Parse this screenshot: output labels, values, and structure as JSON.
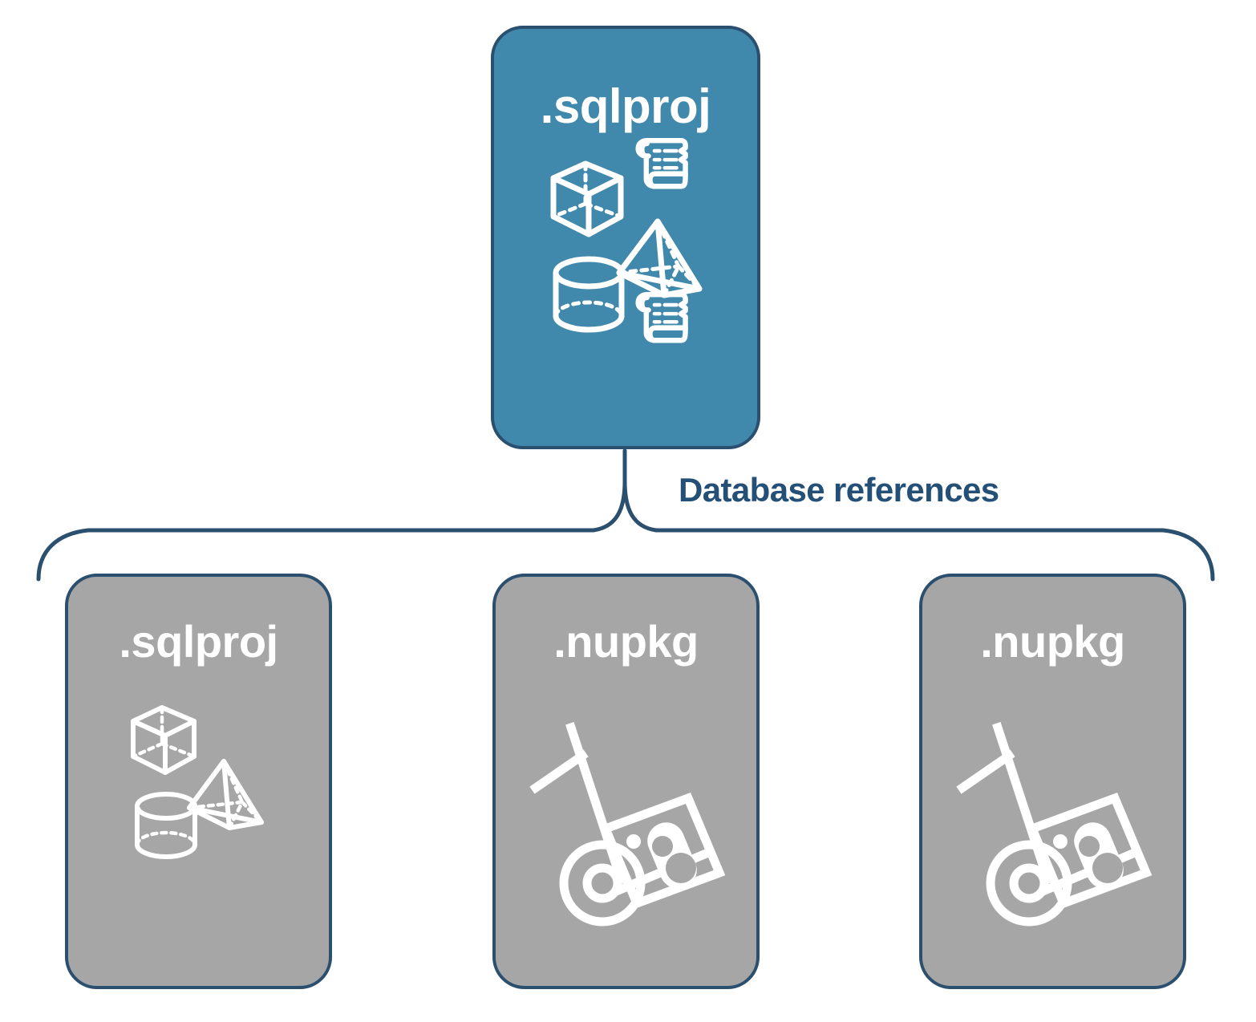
{
  "diagram": {
    "title_text_top": ".sqlproj",
    "connector_label": "Database references",
    "colors": {
      "accent_blue_fill": "#4189AC",
      "card_gray_fill": "#A6A6A6",
      "outline_navy": "#2B4F6E",
      "label_navy": "#245077",
      "icon_white": "#FFFFFF",
      "background": "#FFFFFF"
    }
  },
  "top_node": {
    "label": ".sqlproj",
    "fill": "blue",
    "icons": [
      "cube-icon",
      "scroll-icon",
      "pyramid-icon",
      "cylinder-icon",
      "scroll-icon"
    ]
  },
  "connector": {
    "label": "Database references"
  },
  "child_nodes": [
    {
      "label": ".sqlproj",
      "fill": "gray",
      "icons": [
        "cube-icon",
        "pyramid-icon",
        "cylinder-icon"
      ]
    },
    {
      "label": ".nupkg",
      "fill": "gray",
      "icons": [
        "hand-truck-icon",
        "nuget-package-icon"
      ]
    },
    {
      "label": ".nupkg",
      "fill": "gray",
      "icons": [
        "hand-truck-icon",
        "nuget-package-icon"
      ]
    }
  ]
}
